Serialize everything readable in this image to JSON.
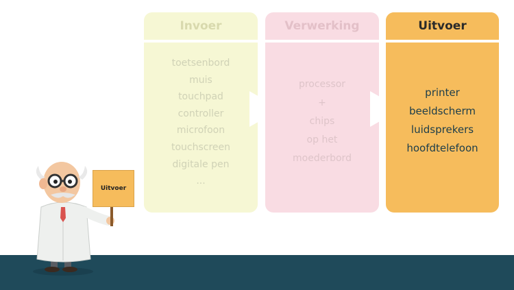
{
  "columns": {
    "input": {
      "title": "Invoer",
      "items": [
        "toetsenbord",
        "muis",
        "touchpad",
        "controller",
        "microfoon",
        "touchscreen",
        "digitale pen",
        "..."
      ]
    },
    "processing": {
      "title": "Verwerking",
      "items": [
        "processor",
        "+",
        "chips",
        "op het",
        "moederbord"
      ]
    },
    "output": {
      "title": "Uitvoer",
      "items": [
        "printer",
        "beeldscherm",
        "luidsprekers",
        "hoofdtelefoon"
      ]
    }
  },
  "sign": {
    "label": "Uitvoer"
  },
  "colors": {
    "input_bg": "#f6f7d4",
    "processing_bg": "#f9dce3",
    "output_bg": "#f6bc5c",
    "floor": "#1f4a5a"
  },
  "icons": [
    "arrow-right-icon",
    "professor-illustration"
  ]
}
